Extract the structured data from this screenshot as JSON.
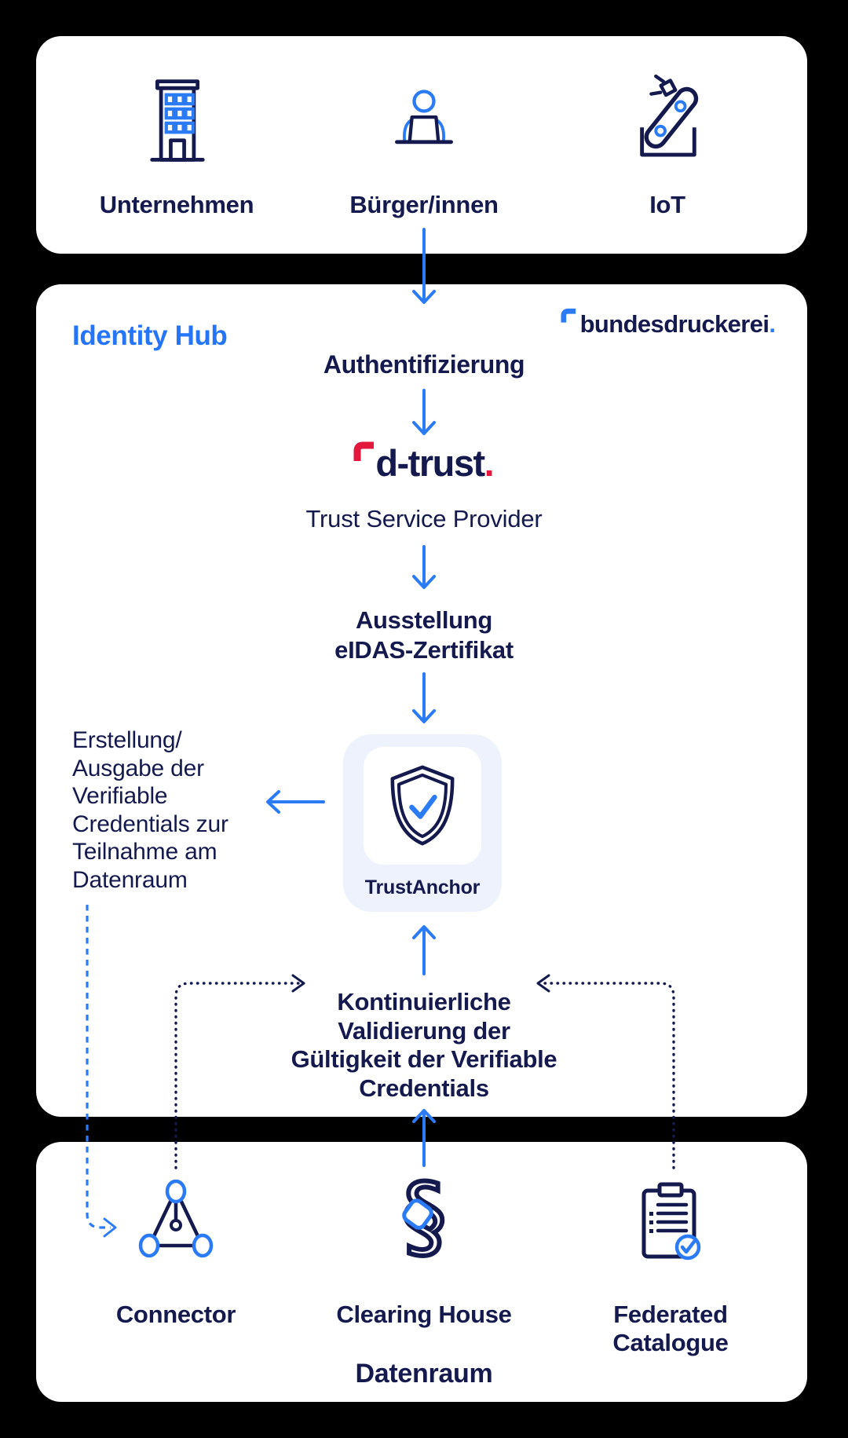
{
  "colors": {
    "background": "#000000",
    "panel": "#ffffff",
    "navy": "#141a4e",
    "blue_accent": "#2b7bf7",
    "hub_title_blue": "#2575fa",
    "dtrust_red": "#e4173c",
    "anchor_box_bg": "#edf2fc"
  },
  "actors": {
    "items": [
      {
        "label": "Unternehmen",
        "icon": "office-building-icon"
      },
      {
        "label": "Bürger/innen",
        "icon": "citizen-at-laptop-icon"
      },
      {
        "label": "IoT",
        "icon": "robot-arm-icon"
      }
    ]
  },
  "identity": {
    "title": "Identity Hub",
    "brand_name": "bundesdruckerei",
    "brand_dot": ".",
    "auth_heading": "Authentifizierung",
    "dtrust_name": "d-trust",
    "dtrust_dot": ".",
    "tsp_label": "Trust Service Provider",
    "issuance_line1": "Ausstellung",
    "issuance_line2": "eIDAS-Zertifikat",
    "left_note_line1": "Erstellung/",
    "left_note_line2": "Ausgabe der",
    "left_note_line3": "Verifiable",
    "left_note_line4": "Credentials zur",
    "left_note_line5": "Teilnahme am",
    "left_note_line6": "Datenraum",
    "trust_anchor_label": "TrustAnchor",
    "validation_line1": "Kontinuierliche",
    "validation_line2": "Validierung der",
    "validation_line3": "Gültigkeit der Verifiable",
    "validation_line4": "Credentials"
  },
  "dataroom": {
    "items": [
      {
        "label": "Connector",
        "icon": "connector-network-icon"
      },
      {
        "label": "Clearing House",
        "icon": "paragraph-icon"
      },
      {
        "label": "Federated Catalogue",
        "icon": "catalogue-clipboard-icon"
      }
    ],
    "paragraph_glyph": "§",
    "title": "Datenraum"
  }
}
